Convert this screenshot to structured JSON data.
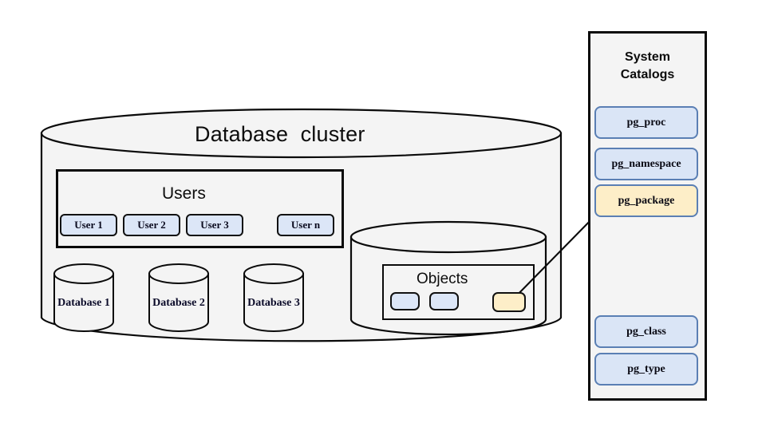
{
  "diagram": {
    "title": "Database  cluster",
    "background_color": "#ffffff"
  },
  "cluster": {
    "label": "Database  cluster",
    "users_group": {
      "label": "Users",
      "users": [
        {
          "label": "User 1"
        },
        {
          "label": "User 2"
        },
        {
          "label": "User 3"
        },
        {
          "label": "User n"
        }
      ]
    },
    "databases": [
      {
        "label": "Database 1"
      },
      {
        "label": "Database 2"
      },
      {
        "label": "Database 3"
      }
    ],
    "objects_cylinder": {
      "label": "Objects",
      "chips": [
        {
          "name": "object-chip-1",
          "color": "#dce6f7"
        },
        {
          "name": "object-chip-2",
          "color": "#dce6f7"
        },
        {
          "name": "object-chip-highlighted",
          "color": "#fdeec8"
        }
      ]
    }
  },
  "system_catalogs": {
    "title_line1": "System",
    "title_line2": "Catalogs",
    "entries": [
      {
        "label": "pg_proc",
        "color": "#dae5f6",
        "highlighted": false
      },
      {
        "label": "pg_namespace",
        "color": "#dae5f6",
        "highlighted": false
      },
      {
        "label": "pg_package",
        "color": "#fdeec8",
        "highlighted": true
      },
      {
        "label": "pg_class",
        "color": "#dae5f6",
        "highlighted": false
      },
      {
        "label": "pg_type",
        "color": "#dae5f6",
        "highlighted": false
      }
    ]
  },
  "connector": {
    "name": "arrow-object-to-pg-package",
    "from": "object-chip-highlighted",
    "to": "pg_package"
  },
  "colors": {
    "blue_fill": "#dae5f6",
    "blue_stroke": "#5a7fb4",
    "yellow_fill": "#fdeec8",
    "cylinder_fill": "#f4f4f4",
    "outline": "#0a0a0a"
  }
}
